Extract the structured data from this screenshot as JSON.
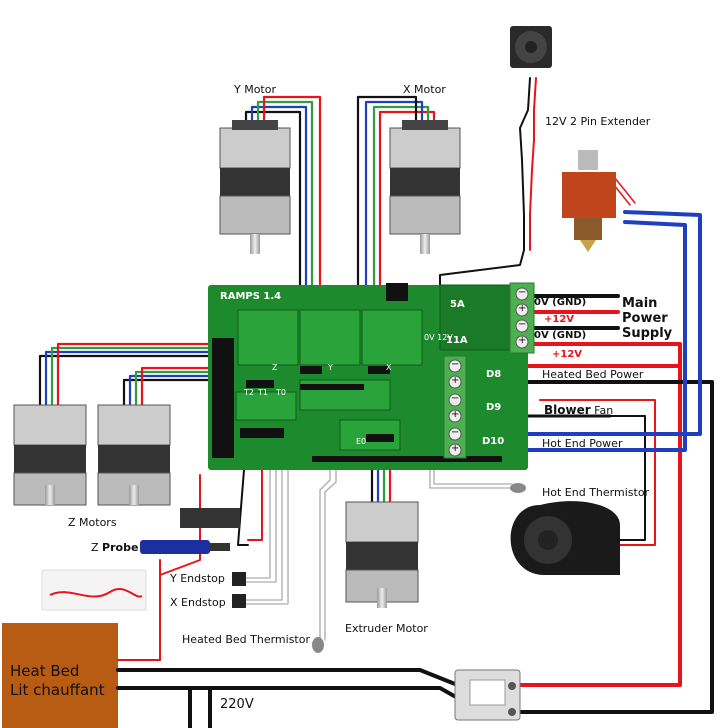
{
  "board": {
    "title": "RAMPS 1.4",
    "fuse_5a": "5A",
    "fuse_11a": "11A",
    "outputs": [
      "D8",
      "D9",
      "D10"
    ],
    "thermistor_headers": [
      "T2",
      "T1",
      "T0"
    ],
    "axis_headers": [
      "Z",
      "Y",
      "X",
      "E0"
    ],
    "jumper_text": "0V 12V"
  },
  "labels": {
    "y_motor": "Y Motor",
    "x_motor": "X Motor",
    "z_motors": "Z Motors",
    "extruder_motor": "Extruder Motor",
    "fan_extender": "12V 2 Pin Extender",
    "z_probe_z": "Z ",
    "z_probe_probe": "Probe",
    "y_endstop": "Y Endstop",
    "x_endstop": "X Endstop",
    "heated_bed_thermistor": "Heated Bed Thermistor",
    "hot_end_thermistor": "Hot End Thermistor",
    "heated_bed_power": "Heated Bed Power",
    "blower_bold": "Blower",
    "blower_fan": " Fan",
    "hot_end_power": "Hot End Power",
    "power_0v_1": "0V (GND)",
    "power_12v_1": "+12V",
    "power_0v_2": "0V (GND)",
    "power_12v_2": "+12V",
    "main_power_supply": "Main\nPower\nSupply",
    "heat_bed_line1": "Heat Bed",
    "heat_bed_line2": "Lit chauffant",
    "mains": "220V"
  },
  "terminal_symbols": [
    "−",
    "+",
    "−",
    "+",
    "−",
    "+",
    "−",
    "+",
    "−",
    "+"
  ],
  "colors": {
    "board": "#1e8a2e",
    "terminal_block": "#4caf50",
    "heat_bed": "#b85c14",
    "wire_red": "#e8141b",
    "wire_black": "#111111",
    "wire_blue": "#1f3fbf",
    "wire_green": "#2e9e3e",
    "wire_white": "#dddddd"
  }
}
